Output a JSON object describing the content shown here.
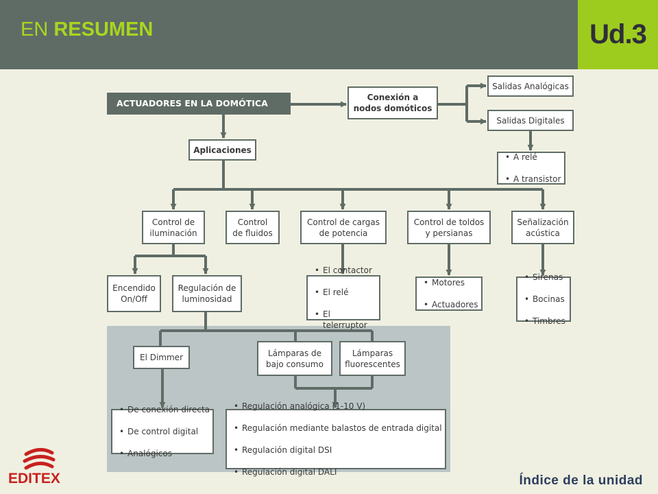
{
  "header": {
    "title_prefix": "EN",
    "title_main": "RESUMEN",
    "unit": "Ud.3"
  },
  "colors": {
    "header_bg": "#5f6c66",
    "accent": "#9ecc1e",
    "title_green": "#a8d61f",
    "brand_red": "#c7221f",
    "footer_link": "#2c3e5e"
  },
  "diagram": {
    "root": "ACTUADORES EN LA DOMÓTICA",
    "conexion": "Conexión a\nnodos domóticos",
    "salidas_analogicas": "Salidas Analógicas",
    "salidas_digitales": "Salidas Digitales",
    "digital_items": [
      "A relé",
      "A transistor"
    ],
    "aplicaciones": "Aplicaciones",
    "control_iluminacion": "Control de\niluminación",
    "control_fluidos": "Control\nde fluidos",
    "control_cargas": "Control de cargas\nde potencia",
    "control_toldos": "Control de toldos\ny persianas",
    "senalizacion": "Señalización\nacústica",
    "encendido": "Encendido\nOn/Off",
    "regulacion": "Regulación de\nluminosidad",
    "cargas_items": [
      "El contactor",
      "El relé",
      "El telerruptor"
    ],
    "toldos_items": [
      "Motores",
      "Actuadores"
    ],
    "senal_items": [
      "Sirenas",
      "Bocinas",
      "Timbres"
    ],
    "dimmer": "El Dimmer",
    "lamparas_bajo": "Lámparas de\nbajo consumo",
    "lamparas_fluor": "Lámparas\nfluorescentes",
    "dimmer_items": [
      "De conexión directa",
      "De control digital",
      "Analógicos"
    ],
    "regulacion_items": [
      "Regulación analógica (1-10 V)",
      "Regulación mediante balastos de entrada digital",
      "Regulación digital DSI",
      "Regulación digital DALI"
    ]
  },
  "footer": {
    "brand": "EDITEX",
    "link": "Índice de la unidad"
  }
}
